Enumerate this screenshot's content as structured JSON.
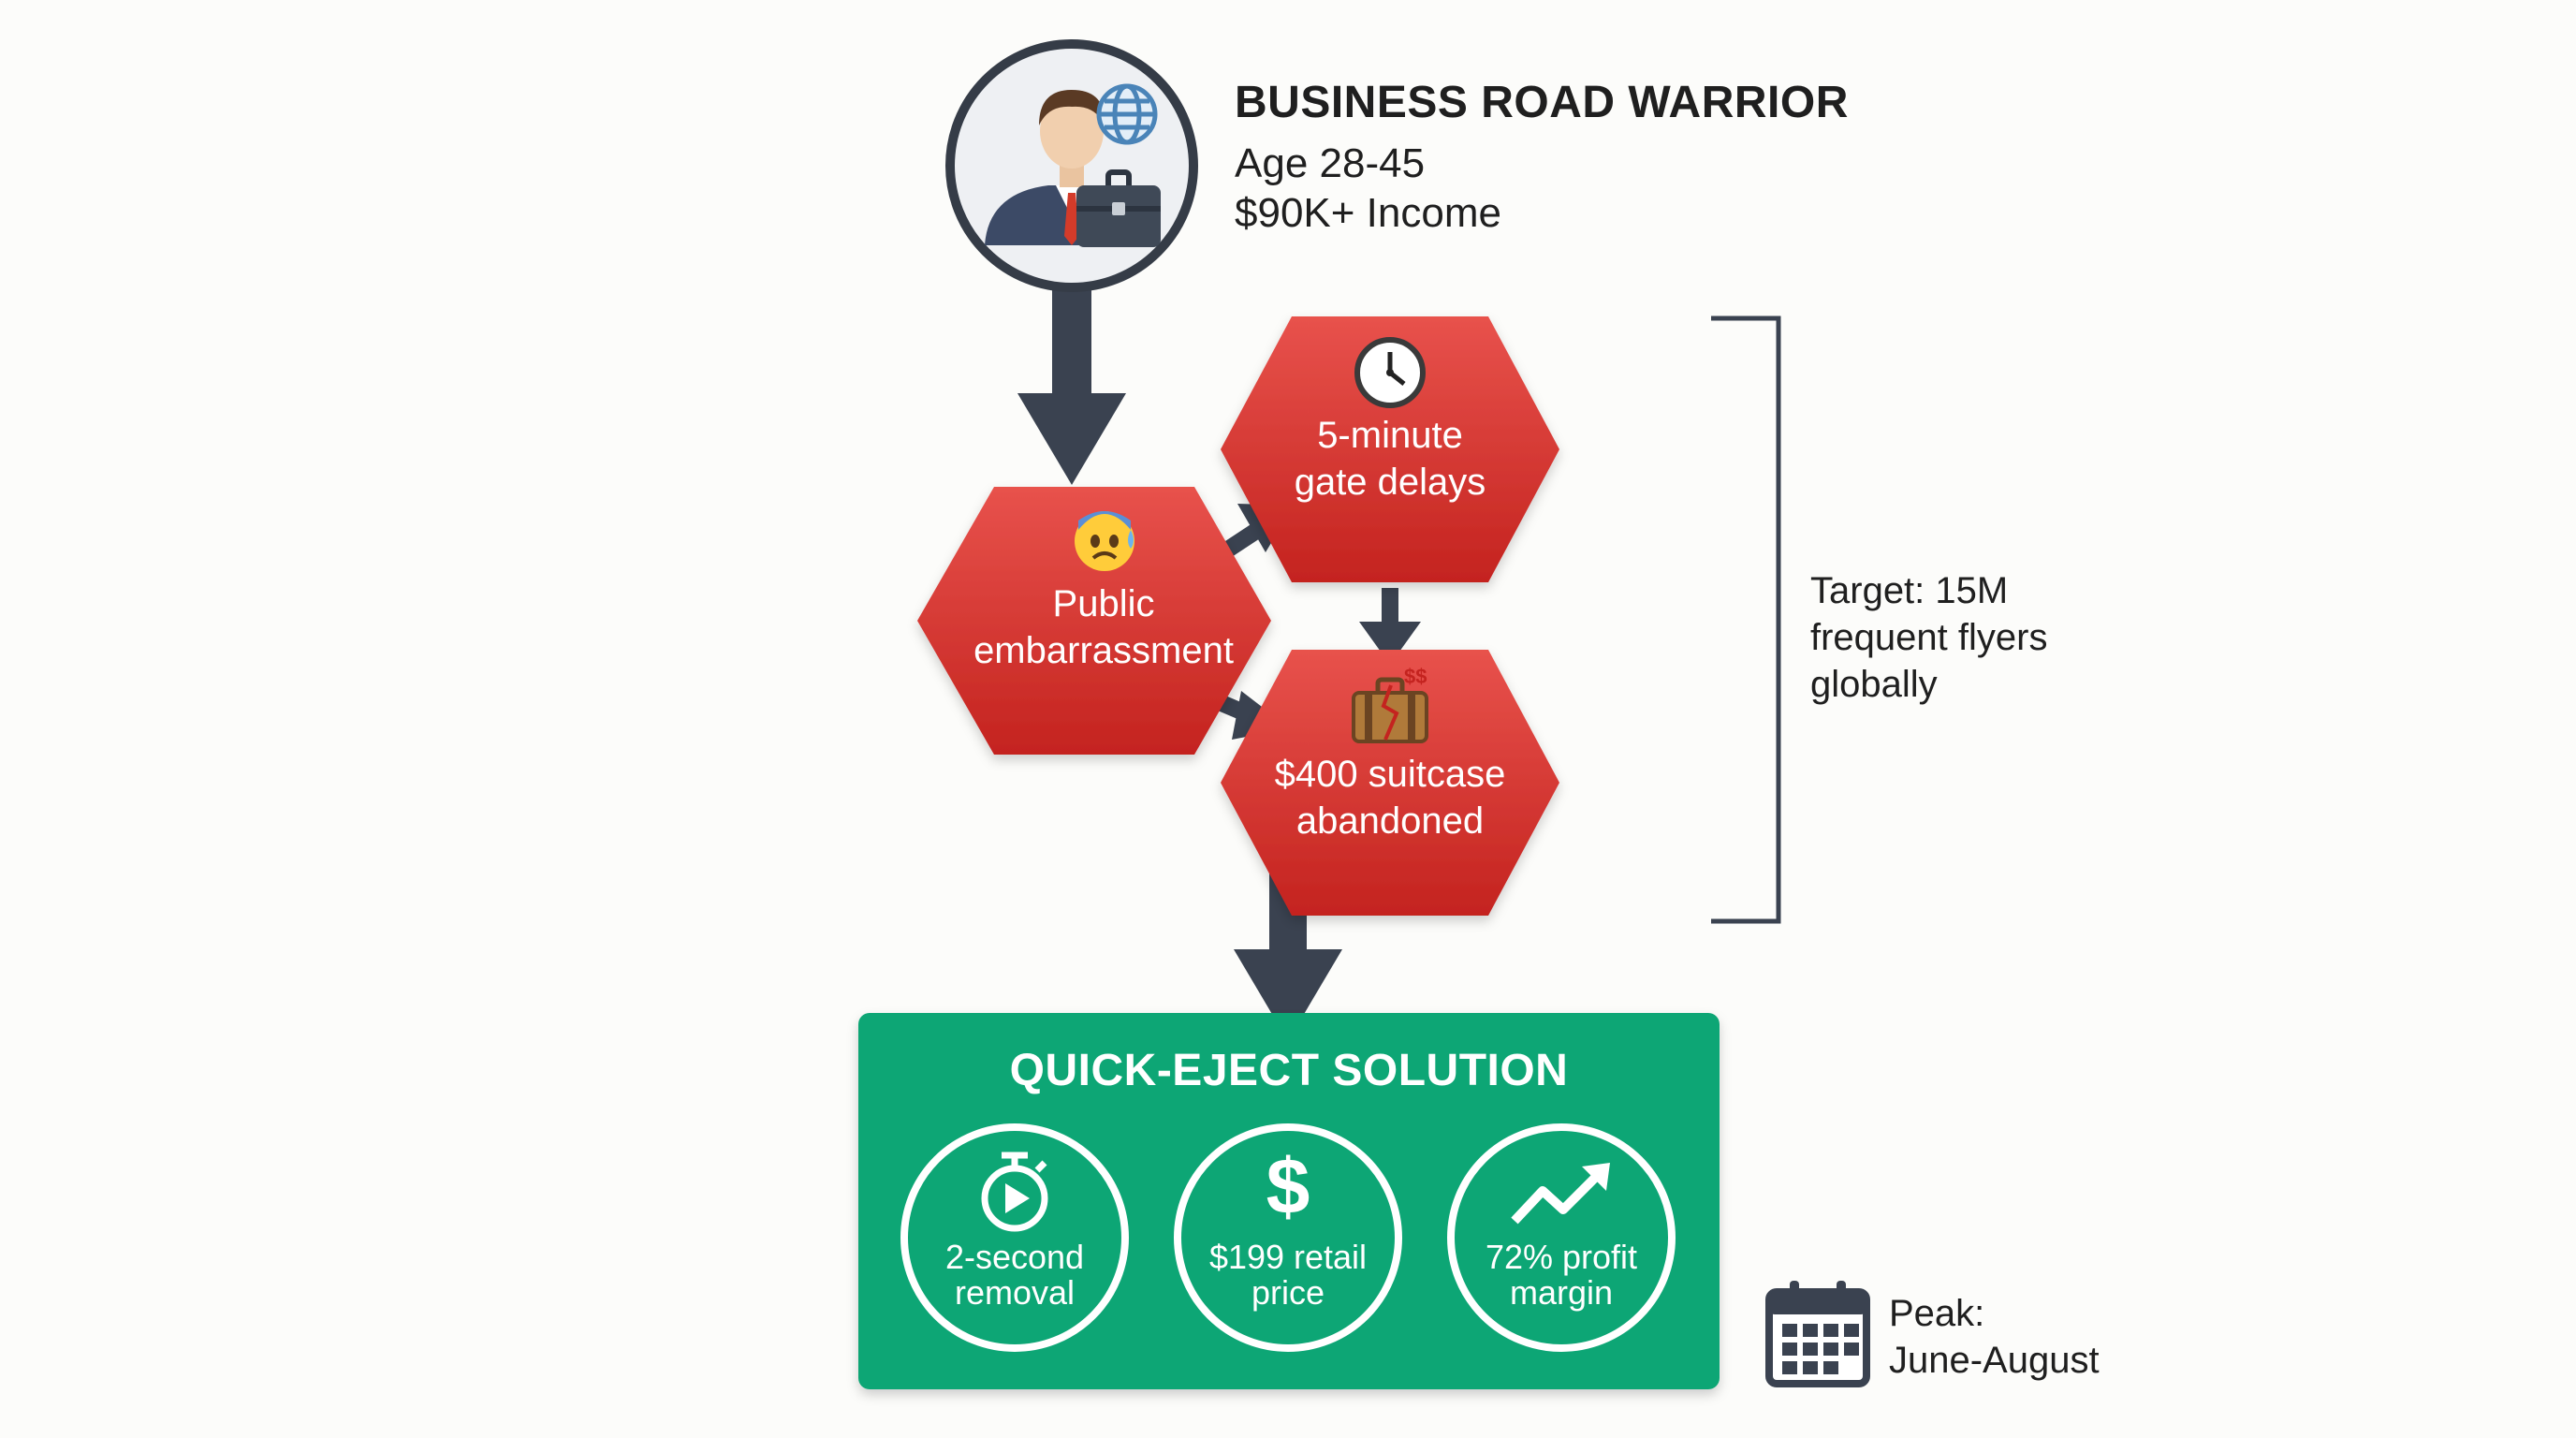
{
  "persona": {
    "title": "BUSINESS ROAD WARRIOR",
    "age": "Age 28-45",
    "income": "$90K+ Income",
    "icons": [
      "businessman-icon",
      "globe-icon",
      "briefcase-icon"
    ]
  },
  "pain_points": [
    {
      "id": "embarrassment",
      "icon": "anxious-face-icon",
      "lines": [
        "Public",
        "embarrassment"
      ]
    },
    {
      "id": "gate-delays",
      "icon": "clock-icon",
      "lines": [
        "5-minute",
        "gate delays"
      ]
    },
    {
      "id": "suitcase",
      "icon": "broken-suitcase-icon",
      "icon_text": "$$",
      "lines": [
        "$400 suitcase",
        "abandoned"
      ]
    }
  ],
  "target": {
    "lines": [
      "Target: 15M",
      "frequent flyers",
      "globally"
    ]
  },
  "solution": {
    "title": "QUICK-EJECT SOLUTION",
    "features": [
      {
        "id": "speed",
        "icon": "stopwatch-icon",
        "lines": [
          "2-second",
          "removal"
        ]
      },
      {
        "id": "price",
        "icon": "dollar-icon",
        "icon_text": "$",
        "lines": [
          "$199 retail",
          "price"
        ]
      },
      {
        "id": "margin",
        "icon": "trend-up-icon",
        "lines": [
          "72% profit",
          "margin"
        ]
      }
    ]
  },
  "peak": {
    "icon": "calendar-icon",
    "lines": [
      "Peak:",
      "June-August"
    ]
  },
  "colors": {
    "hex_red": "#d93a36",
    "hex_red_dark": "#c4231f",
    "solution_green": "#10a674",
    "arrow_navy": "#3a4250",
    "persona_ring": "#353c47"
  }
}
